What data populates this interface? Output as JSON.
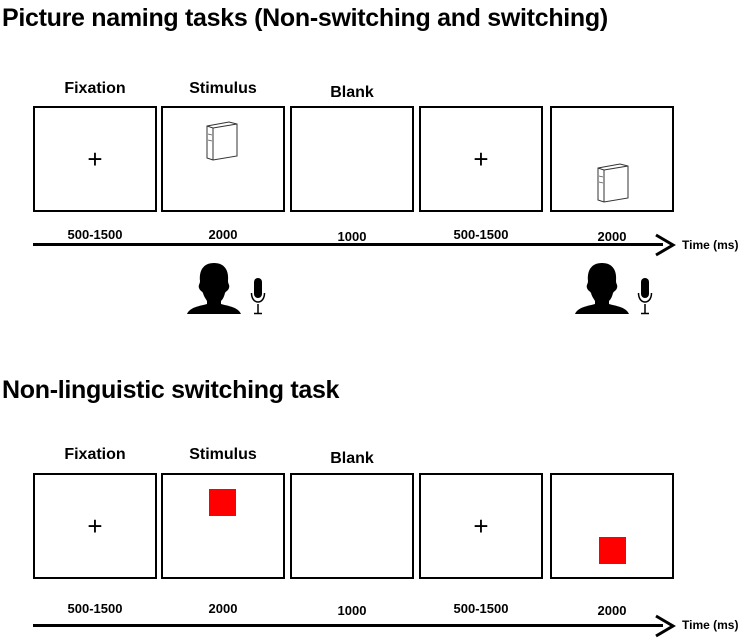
{
  "panels": [
    {
      "title": "Picture naming tasks (Non-switching and switching)",
      "phase_labels": [
        "Fixation",
        "Stimulus",
        "Blank"
      ],
      "durations": [
        "500-1500",
        "2000",
        "1000",
        "500-1500",
        "2000"
      ],
      "screens": [
        "fixation-cross",
        "book-picture-top",
        "blank",
        "fixation-cross",
        "book-picture-bottom"
      ],
      "fixation_symbol": "+",
      "axis_label": "Time (ms)",
      "response_icons": [
        "speaker-head-icon",
        "microphone-icon"
      ]
    },
    {
      "title": "Non-linguistic switching task",
      "phase_labels": [
        "Fixation",
        "Stimulus",
        "Blank"
      ],
      "durations": [
        "500-1500",
        "2000",
        "1000",
        "500-1500",
        "2000"
      ],
      "screens": [
        "fixation-cross",
        "red-square-top",
        "blank",
        "fixation-cross",
        "red-square-bottom"
      ],
      "fixation_symbol": "+",
      "axis_label": "Time (ms)",
      "stimulus_color": "#ff0000"
    }
  ]
}
